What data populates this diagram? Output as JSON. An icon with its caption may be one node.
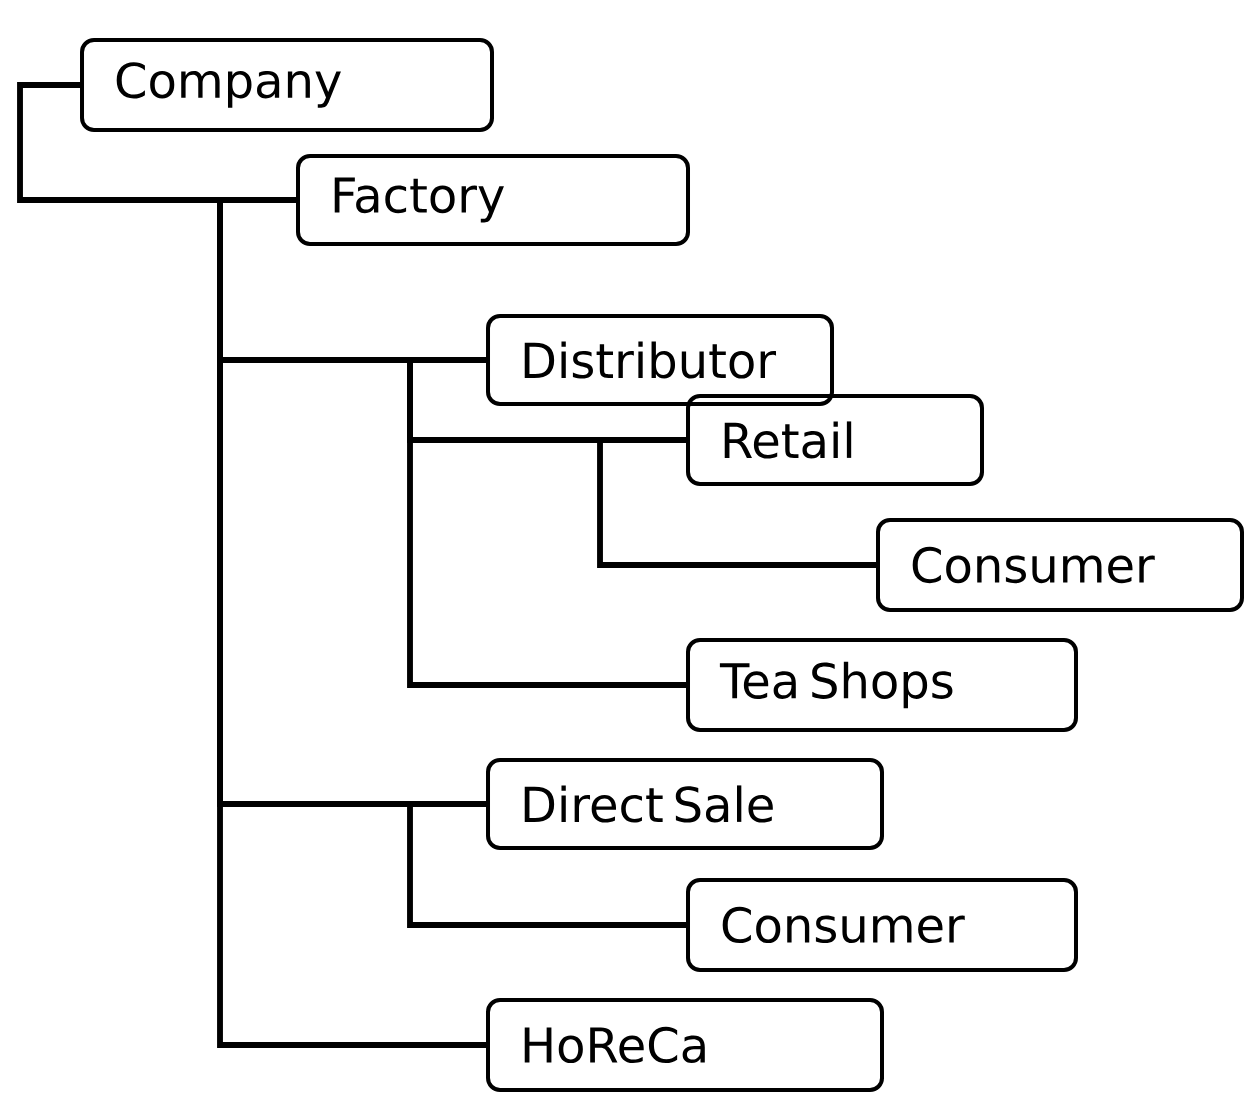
{
  "diagram": {
    "nodes": [
      {
        "text": [
          "Company"
        ]
      },
      {
        "text": [
          "Factory"
        ]
      },
      {
        "text": [
          "Distributor"
        ]
      },
      {
        "text": [
          "Retail"
        ]
      },
      {
        "text": [
          "Consumer"
        ]
      },
      {
        "text": [
          "Tea Shops"
        ]
      },
      {
        "text": [
          "Direct Sale"
        ]
      },
      {
        "text": [
          "Consumer"
        ]
      },
      {
        "text": [
          "HoReCa"
        ]
      }
    ],
    "edges": [
      {
        "from": 0,
        "to": 1,
        "arrow": "none"
      },
      {
        "from": 1,
        "to": 2,
        "arrow": "none"
      },
      {
        "from": 2,
        "to": 3,
        "arrow": "none"
      },
      {
        "from": 3,
        "to": 4,
        "arrow": "none"
      },
      {
        "from": 2,
        "to": 5,
        "arrow": "none"
      },
      {
        "from": 1,
        "to": 6,
        "arrow": "none"
      },
      {
        "from": 6,
        "to": 7,
        "arrow": "none"
      },
      {
        "from": 1,
        "to": 8,
        "arrow": "none"
      }
    ]
  }
}
